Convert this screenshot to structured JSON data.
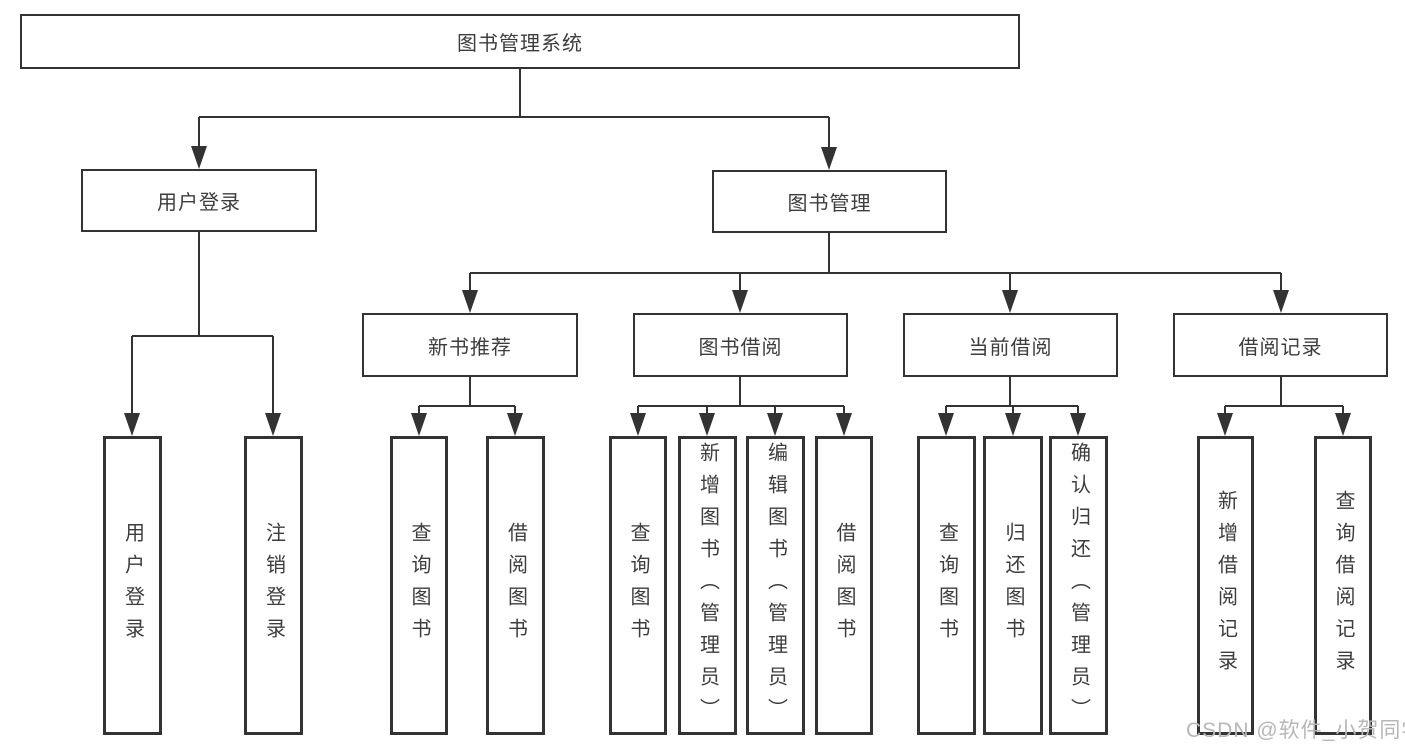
{
  "diagram": {
    "root": {
      "label": "图书管理系统"
    },
    "level2": [
      {
        "id": "user-login",
        "label": "用户登录"
      },
      {
        "id": "book-management",
        "label": "图书管理"
      }
    ],
    "level3": [
      {
        "id": "new-book-recommend",
        "label": "新书推荐"
      },
      {
        "id": "book-borrow",
        "label": "图书借阅"
      },
      {
        "id": "current-borrow",
        "label": "当前借阅"
      },
      {
        "id": "borrow-records",
        "label": "借阅记录"
      }
    ],
    "leaves": {
      "user_login": [
        "用户登录",
        "注销登录"
      ],
      "new_book_recommend": [
        "查询图书",
        "借阅图书"
      ],
      "book_borrow": [
        "查询图书",
        "新增图书（管理员）",
        "编辑图书（管理员）",
        "借阅图书"
      ],
      "current_borrow": [
        "查询图书",
        "归还图书",
        "确认归还（管理员）"
      ],
      "borrow_records": [
        "新增借阅记录",
        "查询借阅记录"
      ]
    }
  },
  "watermark": {
    "text": "CSDN @软件_小贺同学"
  },
  "colors": {
    "line": "#333333",
    "box_border": "#333333",
    "text": "#3d3d3d",
    "watermark": "#b7b7b7",
    "background": "#ffffff"
  }
}
